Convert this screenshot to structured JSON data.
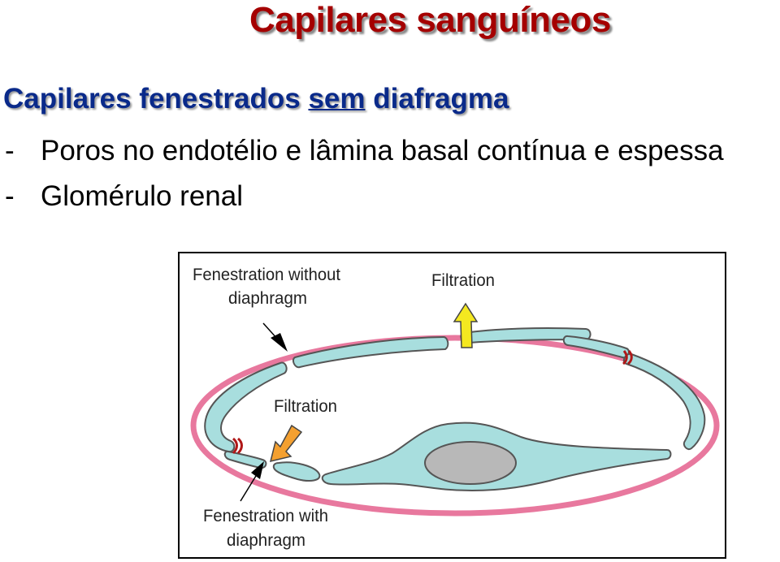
{
  "slide": {
    "title": "Capilares sanguíneos",
    "subtitle_part1": "Capilares fenestrados ",
    "subtitle_underlined": "sem",
    "subtitle_part2": " diafragma",
    "bullets": [
      {
        "dash": "-",
        "text": "Poros no endotélio e lâmina basal contínua e espessa"
      },
      {
        "dash": "-",
        "text": "Glomérulo renal"
      }
    ]
  },
  "figure": {
    "label_fenestration_without_line1": "Fenestration without",
    "label_fenestration_without_line2": "diaphragm",
    "label_filtration_top": "Filtration",
    "label_filtration_inner": "Filtration",
    "label_fenestration_with_line1": "Fenestration with",
    "label_fenestration_with_line2": "diaphragm",
    "colors": {
      "basal_lamina": "#e8789e",
      "endothelium": "#a8dede",
      "nucleus": "#b8b8b8",
      "arrow_yellow": "#f4e820",
      "arrow_orange": "#f4a030",
      "diaphragm": "#b01818"
    }
  }
}
